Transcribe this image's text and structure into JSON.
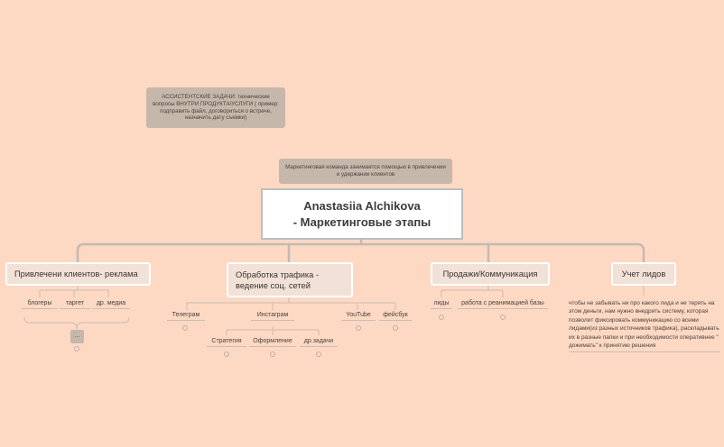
{
  "root": {
    "line1": "Anastasiia Alchikova",
    "line2": "- Маркетинговые этапы"
  },
  "notes": {
    "assistant": "АССИСТЕНТСКИЕ ЗАДАЧИ: технические вопросы ВНУТРИ ПРОДУКТА/УСЛУГИ ( пример: подправить файл, договориться о встрече, назначить дату съемки)",
    "marketing": "Маркетинговая команда занимается помощью в привлечении и удержании клиентов"
  },
  "branches": {
    "ads": "Привлечени клиентов- реклама",
    "traffic_line1": "Обработка трафика -",
    "traffic_line2": "ведение соц. сетей",
    "sales": "Продажи/Коммуникация",
    "leads": "Учет лидов"
  },
  "leaves": {
    "bloggers": "блогеры",
    "target": "таргет",
    "other_media": "др. медиа",
    "collapsed": "...",
    "telegram": "Телеграм",
    "instagram": "Инстаграм",
    "youtube": "YouTube",
    "facebook": "фейсбук",
    "strategy": "Стратегия",
    "design": "Оформление",
    "other_tasks": "др.задачи",
    "leads_item": "лиды",
    "reanimation": "работа с реанимацией базы",
    "leads_text": "чтобы не забывать ни про какого лида и не терять на этом деньги, нам нужно внедрить систему, которая позволит фиксировать коммуникацию со всеми лидами(из разных источников трафика), раскладывать их в разные папки и при необходимости оперативнее \" дожимать\" к принятию решения"
  },
  "colors": {
    "background": "#fdd9c4",
    "node": "#f1e1d6",
    "note": "#c6b7ab",
    "line": "#bdbdbd"
  }
}
